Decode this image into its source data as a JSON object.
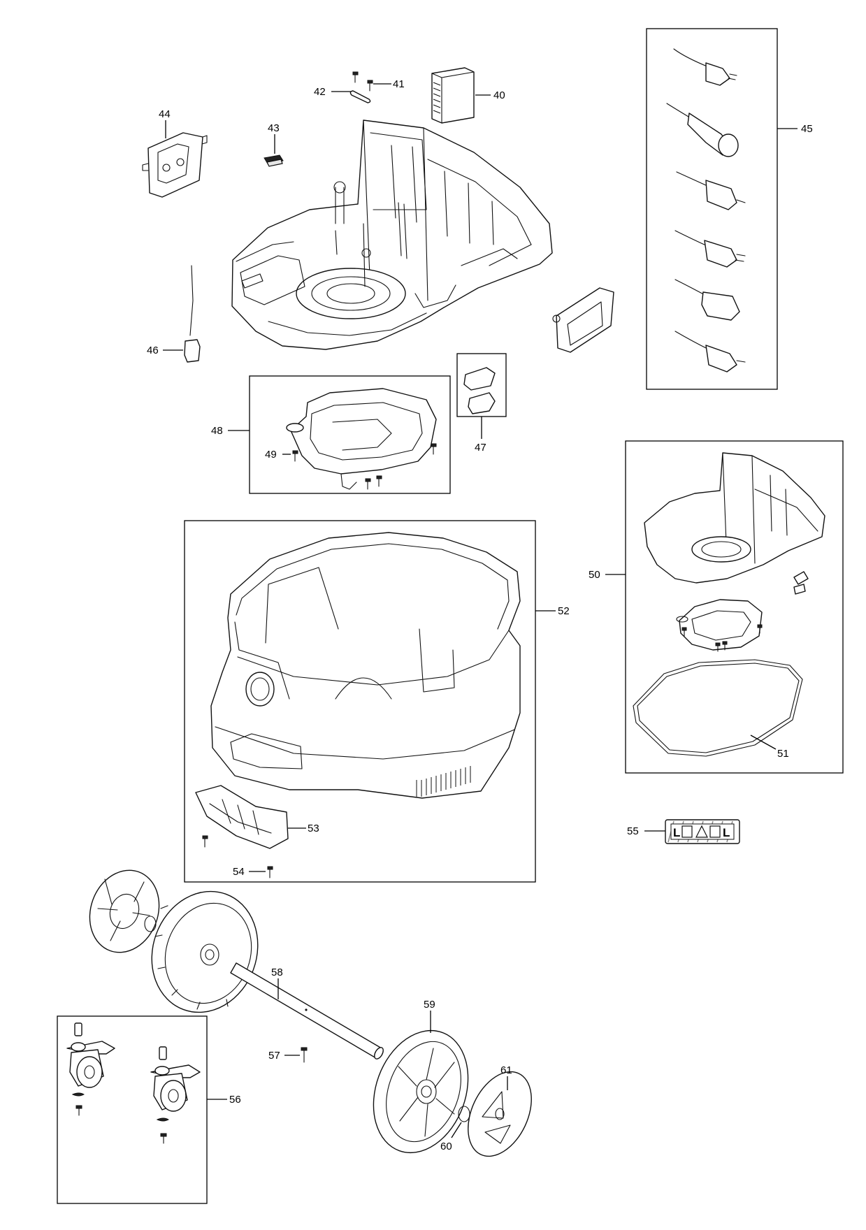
{
  "callouts": {
    "c40": "40",
    "c41": "41",
    "c42": "42",
    "c43": "43",
    "c44": "44",
    "c45": "45",
    "c46": "46",
    "c47": "47",
    "c48": "48",
    "c49": "49",
    "c50": "50",
    "c51": "51",
    "c52": "52",
    "c53": "53",
    "c54": "54",
    "c55": "55",
    "c56": "56",
    "c57": "57",
    "c58": "58",
    "c59": "59",
    "c60": "60",
    "c61": "61"
  },
  "label_55": {
    "text": "L",
    "text_right": "L"
  }
}
